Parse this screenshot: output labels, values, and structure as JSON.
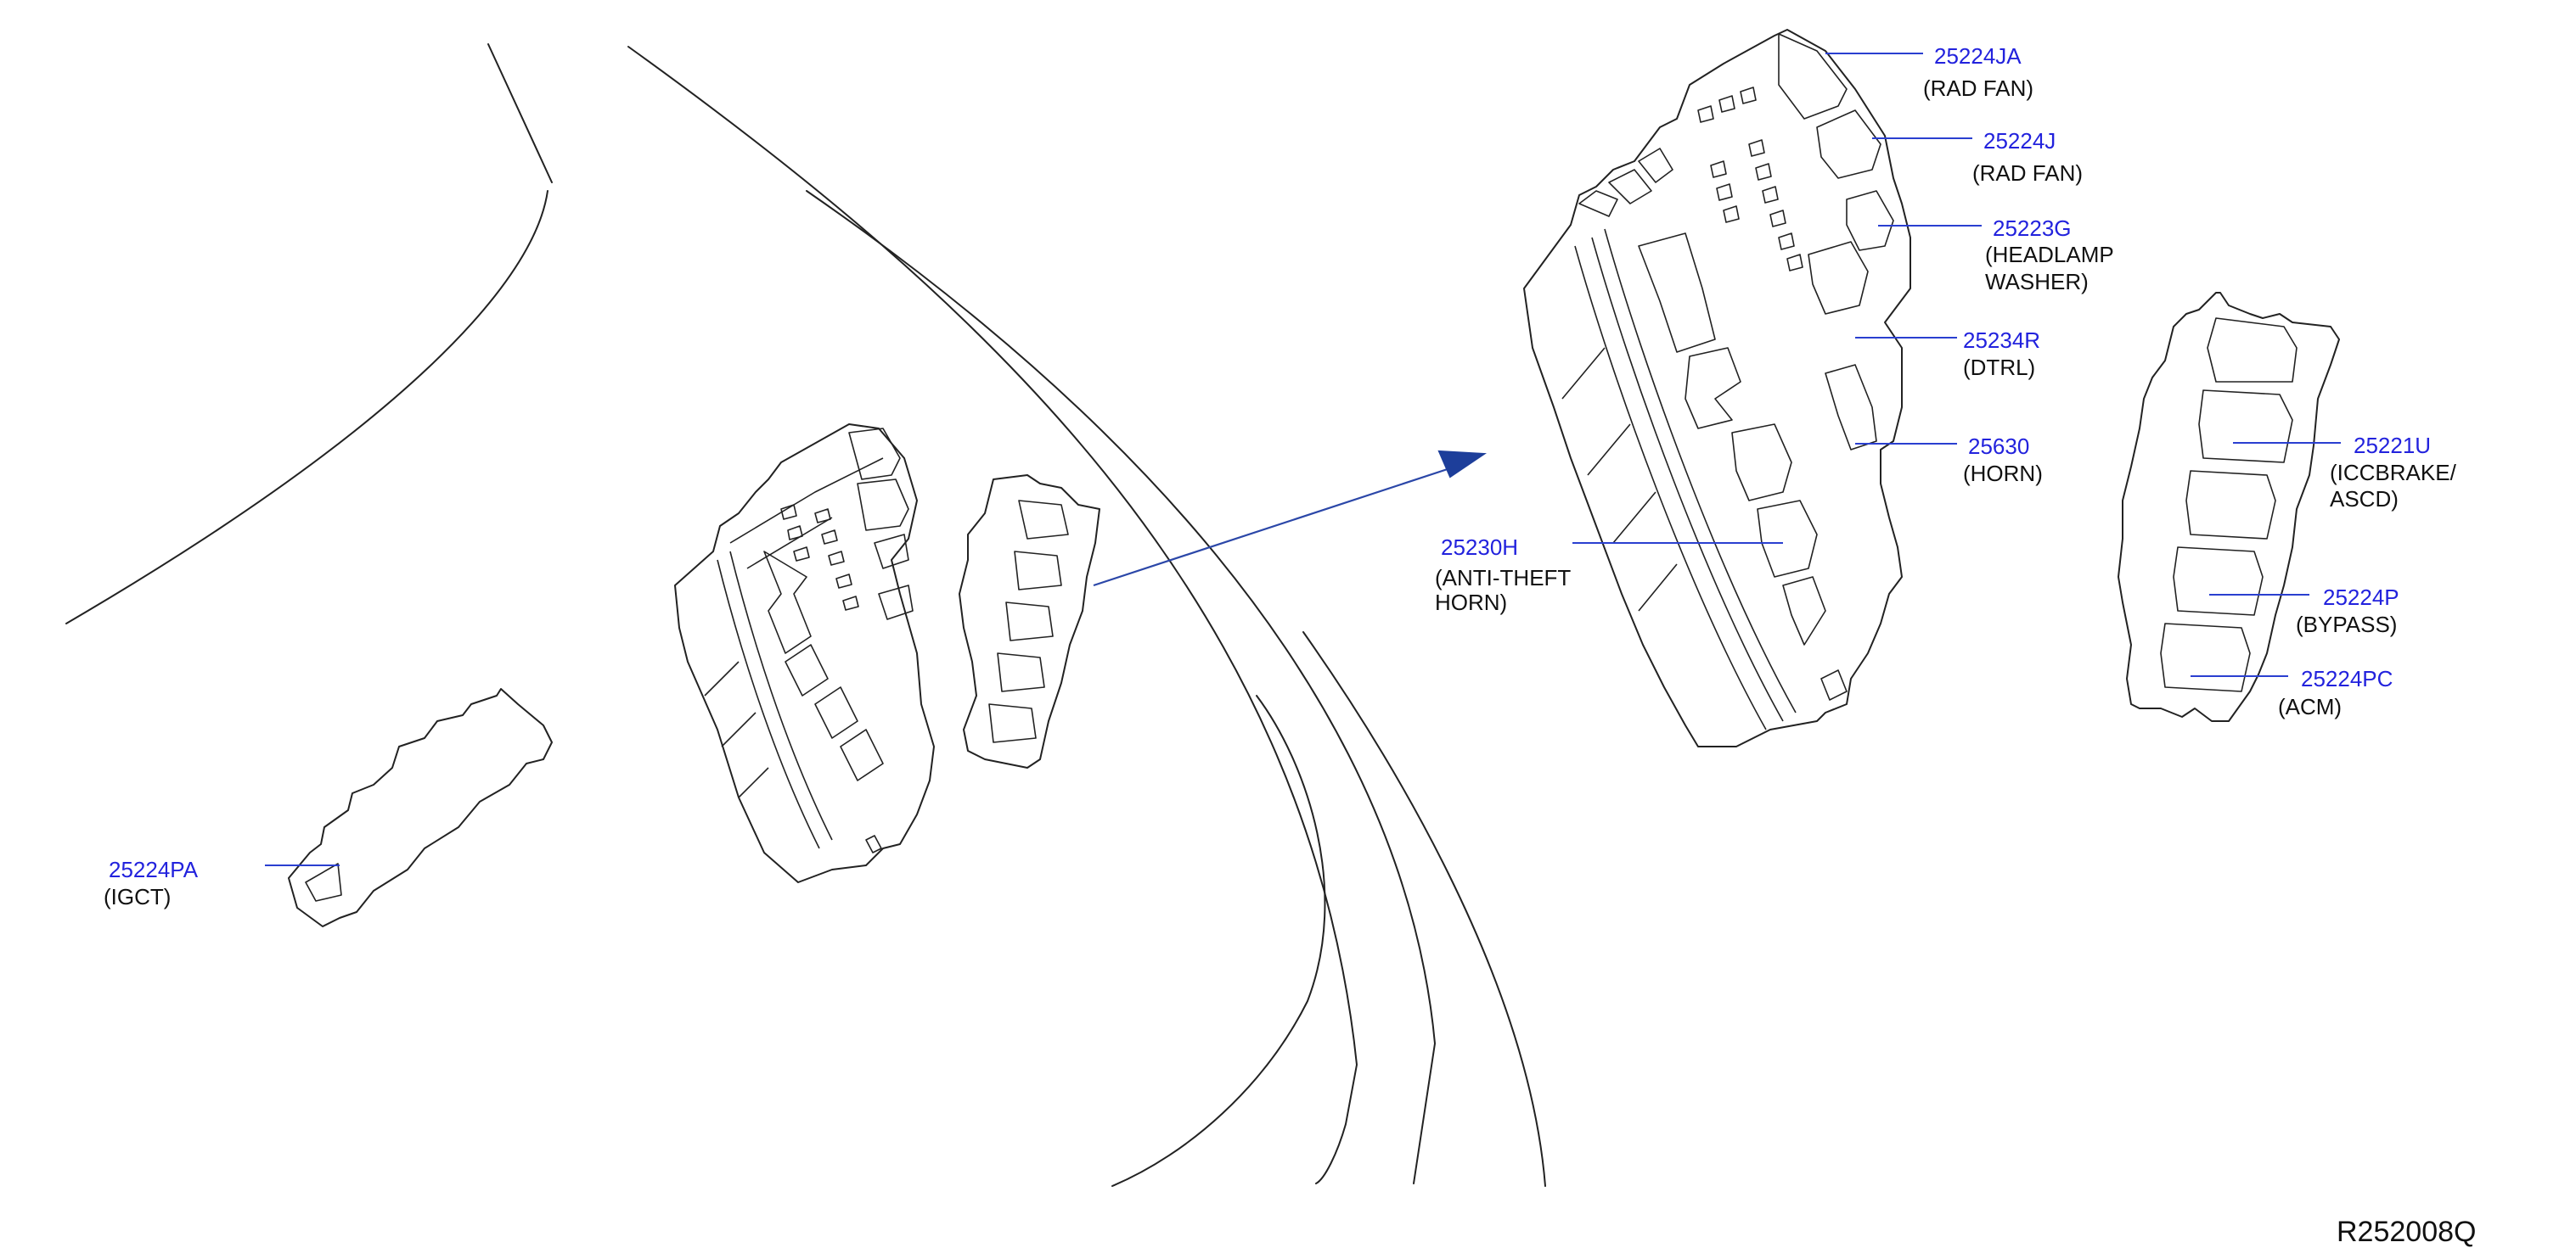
{
  "diagram_id": "R252008Q",
  "colors": {
    "part_number": "#2222dd",
    "leader": "#2a3fd0",
    "arrow": "#2b47a8",
    "outline": "#222222"
  },
  "callouts": [
    {
      "id": "25224ja",
      "part": "25224JA",
      "desc": [
        "(RAD   FAN)"
      ]
    },
    {
      "id": "25224j",
      "part": "25224J",
      "desc": [
        "(RAD   FAN)"
      ]
    },
    {
      "id": "25223g",
      "part": "25223G",
      "desc": [
        "(HEADLAMP",
        "WASHER)"
      ]
    },
    {
      "id": "25234r",
      "part": "25234R",
      "desc": [
        "(DTRL)"
      ]
    },
    {
      "id": "25630",
      "part": "25630",
      "desc": [
        "(HORN)"
      ]
    },
    {
      "id": "25230h",
      "part": "25230H",
      "desc": [
        "(ANTI-THEFT",
        "HORN)"
      ]
    },
    {
      "id": "25221u",
      "part": "25221U",
      "desc": [
        "(ICCBRAKE/",
        "ASCD)"
      ]
    },
    {
      "id": "25224p",
      "part": "25224P",
      "desc": [
        "(BYPASS)"
      ]
    },
    {
      "id": "25224pc",
      "part": "25224PC",
      "desc": [
        "(ACM)"
      ]
    },
    {
      "id": "25224pa",
      "part": "25224PA",
      "desc": [
        "(IGCT)"
      ]
    }
  ]
}
